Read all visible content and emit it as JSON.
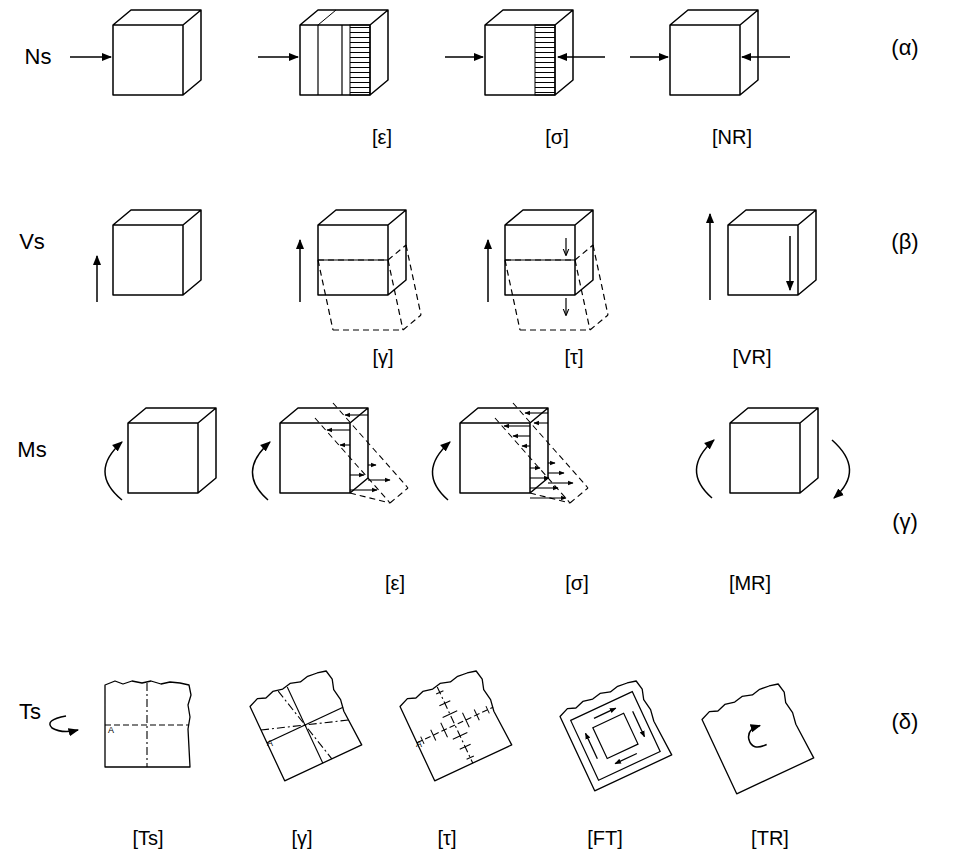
{
  "diagram": {
    "labels": [
      "Ns",
      "[ε]",
      "[σ]",
      "[NR]",
      "(α)",
      "Vs",
      "[γ]",
      "[τ]",
      "[VR]",
      "(β)",
      "Ms",
      "[ε]",
      "[σ]",
      "[MR]",
      "(γ)",
      "Ts",
      "A",
      "A",
      "A",
      "[Ts]",
      "[γ]",
      "[τ]",
      "[FT]",
      "[TR]",
      "(δ)"
    ]
  }
}
